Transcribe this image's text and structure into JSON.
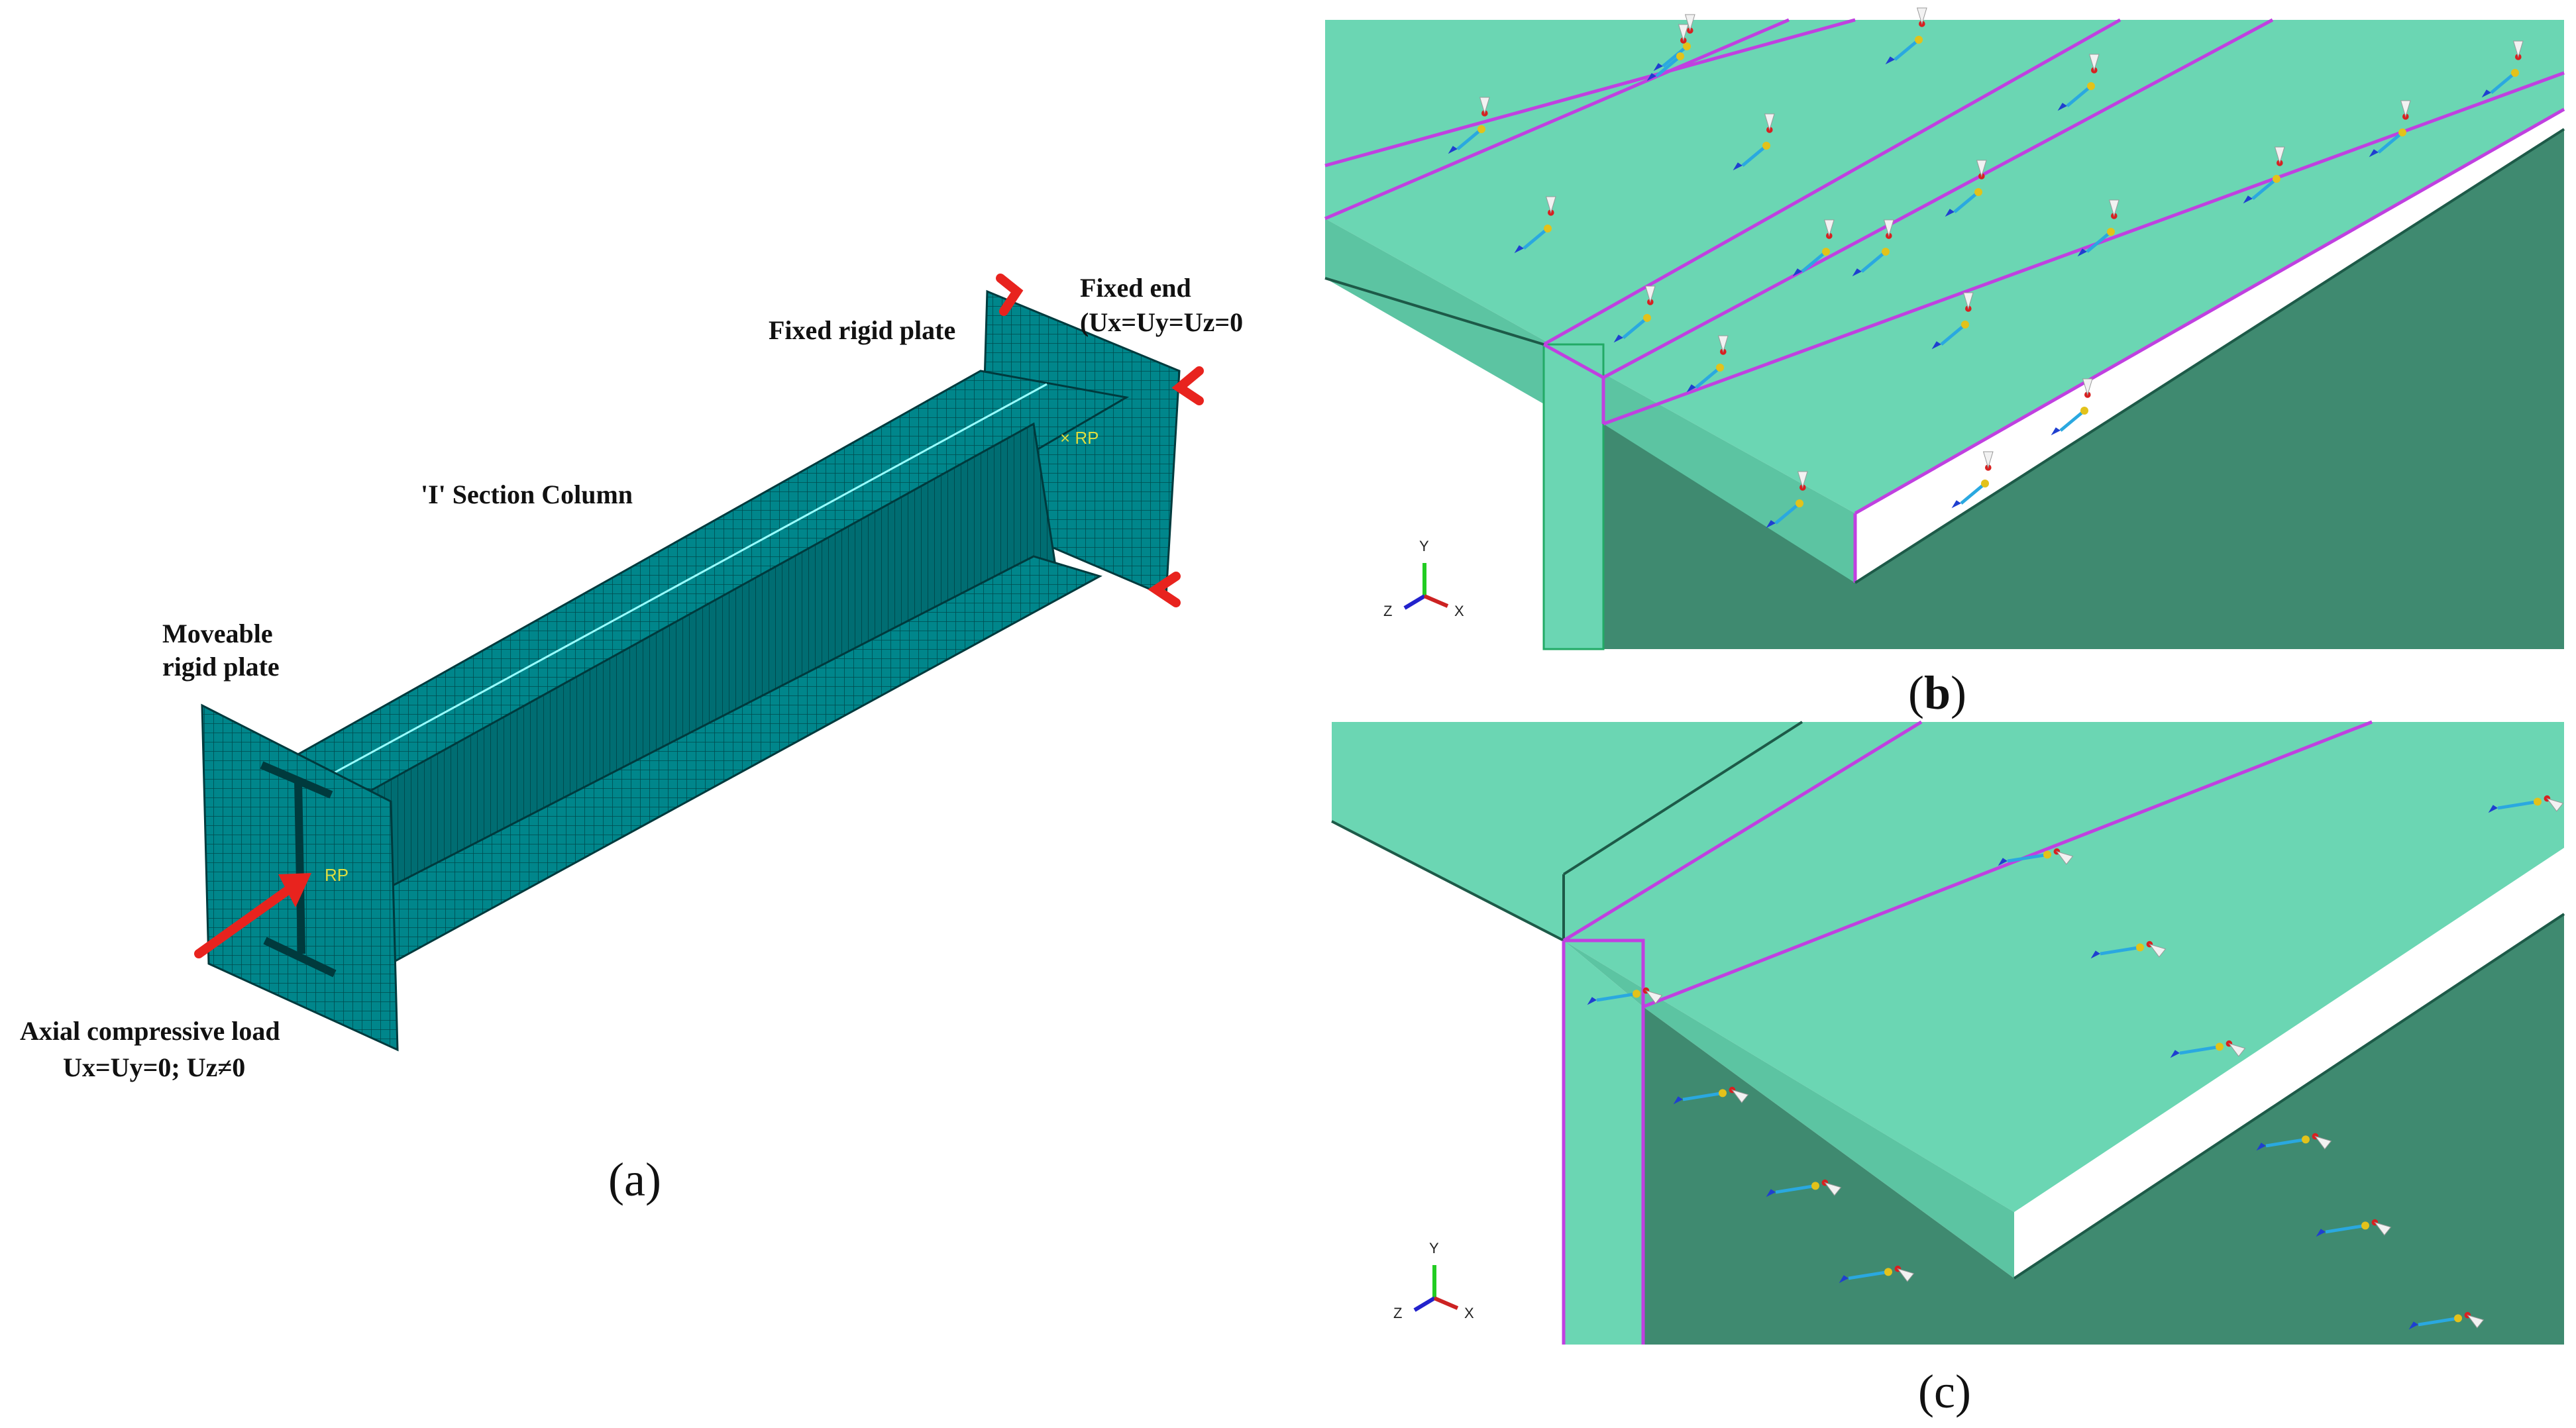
{
  "panel_a": {
    "label_fixed_rigid_plate": "Fixed rigid plate",
    "label_fixed_end": "Fixed end",
    "label_fixed_end_bc": "(Ux=Uy=Uz=0",
    "label_column": "'I' Section Column",
    "label_moveable_1": "Moveable",
    "label_moveable_2": "rigid plate",
    "label_load": "Axial compressive load",
    "label_load_bc": "Ux=Uy=0; Uz≠0",
    "caption_open": "(",
    "caption_letter": "a",
    "caption_close": ")",
    "mesh_color": "#00868b",
    "mesh_line_color": "#004a4d",
    "arrow_color": "#e8231e"
  },
  "panel_b": {
    "caption_open": "(",
    "caption_letter": "b",
    "caption_close": ")",
    "triad_y": "Y",
    "triad_z": "Z",
    "triad_x": "X",
    "face_light": "#6bd6b3",
    "face_dark": "#3f8a70",
    "edge_color": "#c040e0"
  },
  "panel_c": {
    "caption_open": "(",
    "caption_letter": "c",
    "caption_close": ")",
    "triad_y": "Y",
    "triad_z": "Z",
    "triad_x": "X",
    "face_light": "#6bd6b3",
    "face_dark": "#3f8a70",
    "edge_color": "#c040e0"
  }
}
